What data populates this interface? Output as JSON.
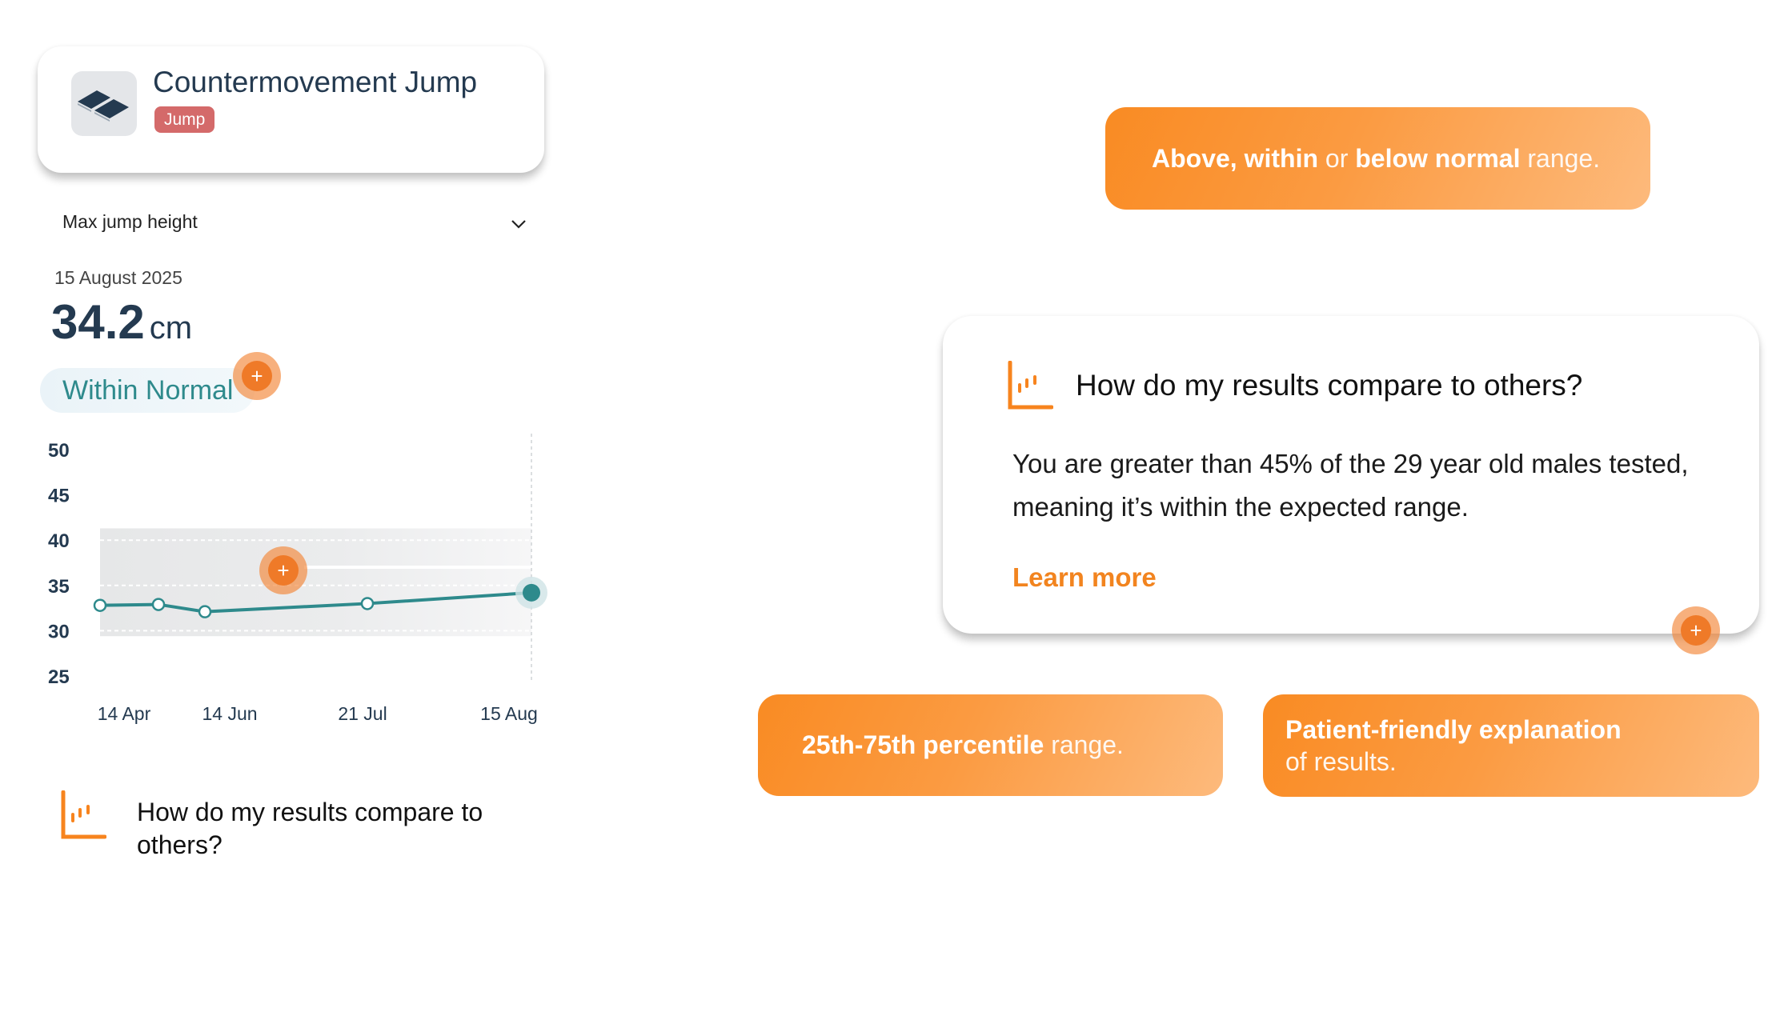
{
  "header_card": {
    "icon": "force-plates-icon",
    "title": "Countermovement Jump",
    "badge": "Jump"
  },
  "metric_select": {
    "selected": "Max jump height",
    "icon": "chevron-down-icon"
  },
  "latest": {
    "date": "15 August 2025",
    "value": "34.2",
    "unit": "cm",
    "status": "Within Normal"
  },
  "colors": {
    "navy": "#243a50",
    "teal": "#2e8a8c",
    "orange": "#f98b23",
    "badge_red": "#d46a6a"
  },
  "chart_data": {
    "type": "line",
    "title": "",
    "xlabel": "",
    "ylabel": "",
    "ylim": [
      25,
      50
    ],
    "yticks": [
      50,
      45,
      40,
      35,
      30,
      25
    ],
    "xtick_labels": [
      "14 Apr",
      "14 Jun",
      "21 Jul",
      "15 Aug"
    ],
    "series": [
      {
        "name": "Max jump height",
        "points": [
          {
            "index": 0,
            "value": 32.8
          },
          {
            "index": 1,
            "value": 32.9
          },
          {
            "index": 2,
            "value": 32.1
          },
          {
            "index": 3,
            "value": 33.0
          },
          {
            "index": 4,
            "value": 34.2
          }
        ]
      }
    ],
    "normal_range_band": [
      29.4,
      41.3
    ],
    "gridlines": [
      40,
      35,
      30
    ],
    "highlighted_point": "15 Aug",
    "grid": true,
    "legend": "none"
  },
  "compare_section": {
    "title": "How do my results compare to others?",
    "icon": "bar-chart-icon"
  },
  "annotations": {
    "range_banner": {
      "bold1": "Above, within",
      "light1": " or ",
      "bold2": "below normal",
      "light2": " range."
    },
    "percentile_banner": {
      "bold": "25th-75th percentile",
      "light": " range."
    },
    "explanation_banner": {
      "bold": "Patient-friendly explanation",
      "light": "of results."
    }
  },
  "compare_card": {
    "title": "How do my results compare to others?",
    "body": "You are greater than 45% of the 29 year old males tested, meaning it’s within the expected range.",
    "link": "Learn more"
  },
  "hotspot_label": "+"
}
